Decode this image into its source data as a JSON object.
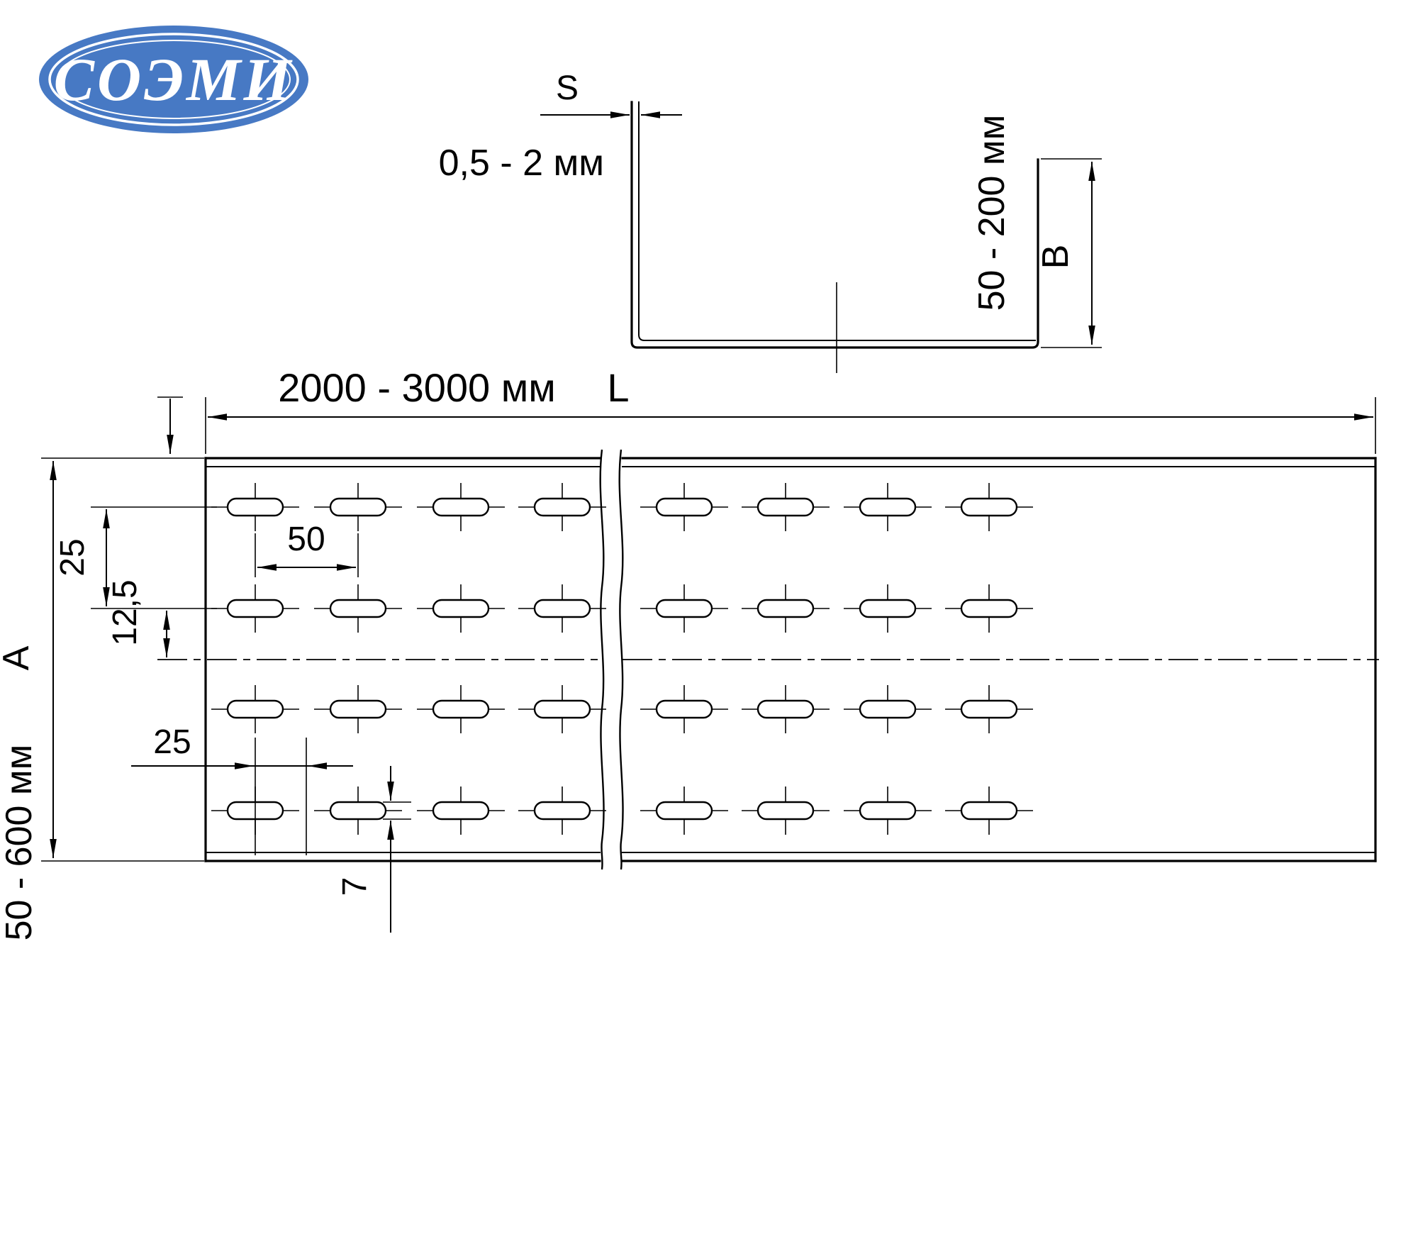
{
  "logo": {
    "text": "СОЭМИ",
    "brand_color": "#4779c4"
  },
  "cross_section": {
    "thickness_label": "S",
    "thickness_range": "0,5 - 2 мм",
    "height_range": "50 - 200 мм",
    "height_label": "B"
  },
  "plan": {
    "length_range": "2000 - 3000 мм",
    "length_label": "L",
    "row_pitch": "25",
    "row_to_center": "12,5",
    "hole_pitch": "50",
    "hole_half_pitch": "25",
    "slot_width": "7",
    "width_label": "A",
    "width_range": "50 - 600 мм"
  }
}
